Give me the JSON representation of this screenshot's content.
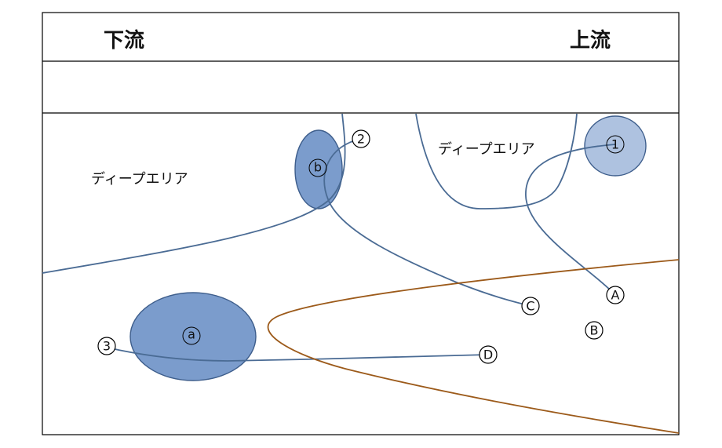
{
  "header": {
    "left_label": "下流",
    "right_label": "上流"
  },
  "areas": [
    {
      "id": "deep-area-left",
      "label": "ディープエリア"
    },
    {
      "id": "deep-area-right",
      "label": "ディープエリア"
    }
  ],
  "zones": [
    {
      "id": "zone-1",
      "label": "1"
    },
    {
      "id": "zone-b",
      "label": "b"
    },
    {
      "id": "zone-a",
      "label": "a"
    }
  ],
  "numbered_points": [
    {
      "id": "point-2",
      "label": "2"
    },
    {
      "id": "point-3",
      "label": "3"
    }
  ],
  "lettered_points": [
    {
      "id": "point-A",
      "label": "A"
    },
    {
      "id": "point-B",
      "label": "B"
    },
    {
      "id": "point-C",
      "label": "C"
    },
    {
      "id": "point-D",
      "label": "D"
    }
  ],
  "colors": {
    "route": "#4a6b94",
    "zone_fill": "#7b9ccc",
    "zone_fill_light": "#aec2e0",
    "zone_stroke": "#3e5e8c",
    "boundary": "#9c5a1a"
  }
}
